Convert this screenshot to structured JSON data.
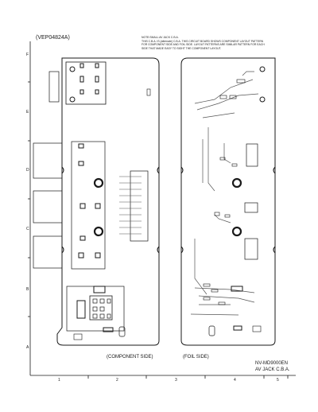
{
  "drawing_code": "(VEP04824A)",
  "note_lines": [
    "NOTE:SMALL AV JACK C.B.A.",
    "THIS C.B.A. IS (alternate) C.B.A. THIS CIRCUIT BOARD SHOWS COMPONENT LAYOUT PATTERN",
    "FOR COMPONENT SIDE AND FOIL SIDE. LAYOUT PATTERNS ARE SIMILAR PATTERN FOR EACH",
    "SIDE THAT MADE EASY TO SIGHT THE COMPONENT LAYOUT."
  ],
  "row_labels": [
    "F",
    "E",
    "D",
    "C",
    "B",
    "A"
  ],
  "column_labels": [
    "1",
    "2",
    "3",
    "4",
    "5"
  ],
  "component_side_label": "(COMPONENT SIDE)",
  "foil_side_label": "(FOIL SIDE)",
  "model": "NV-MD9000EN",
  "board_name": "AV JACK C.B.A.",
  "colors": {
    "line": "#1a1a1a",
    "trace": "#555555",
    "background": "#ffffff"
  }
}
